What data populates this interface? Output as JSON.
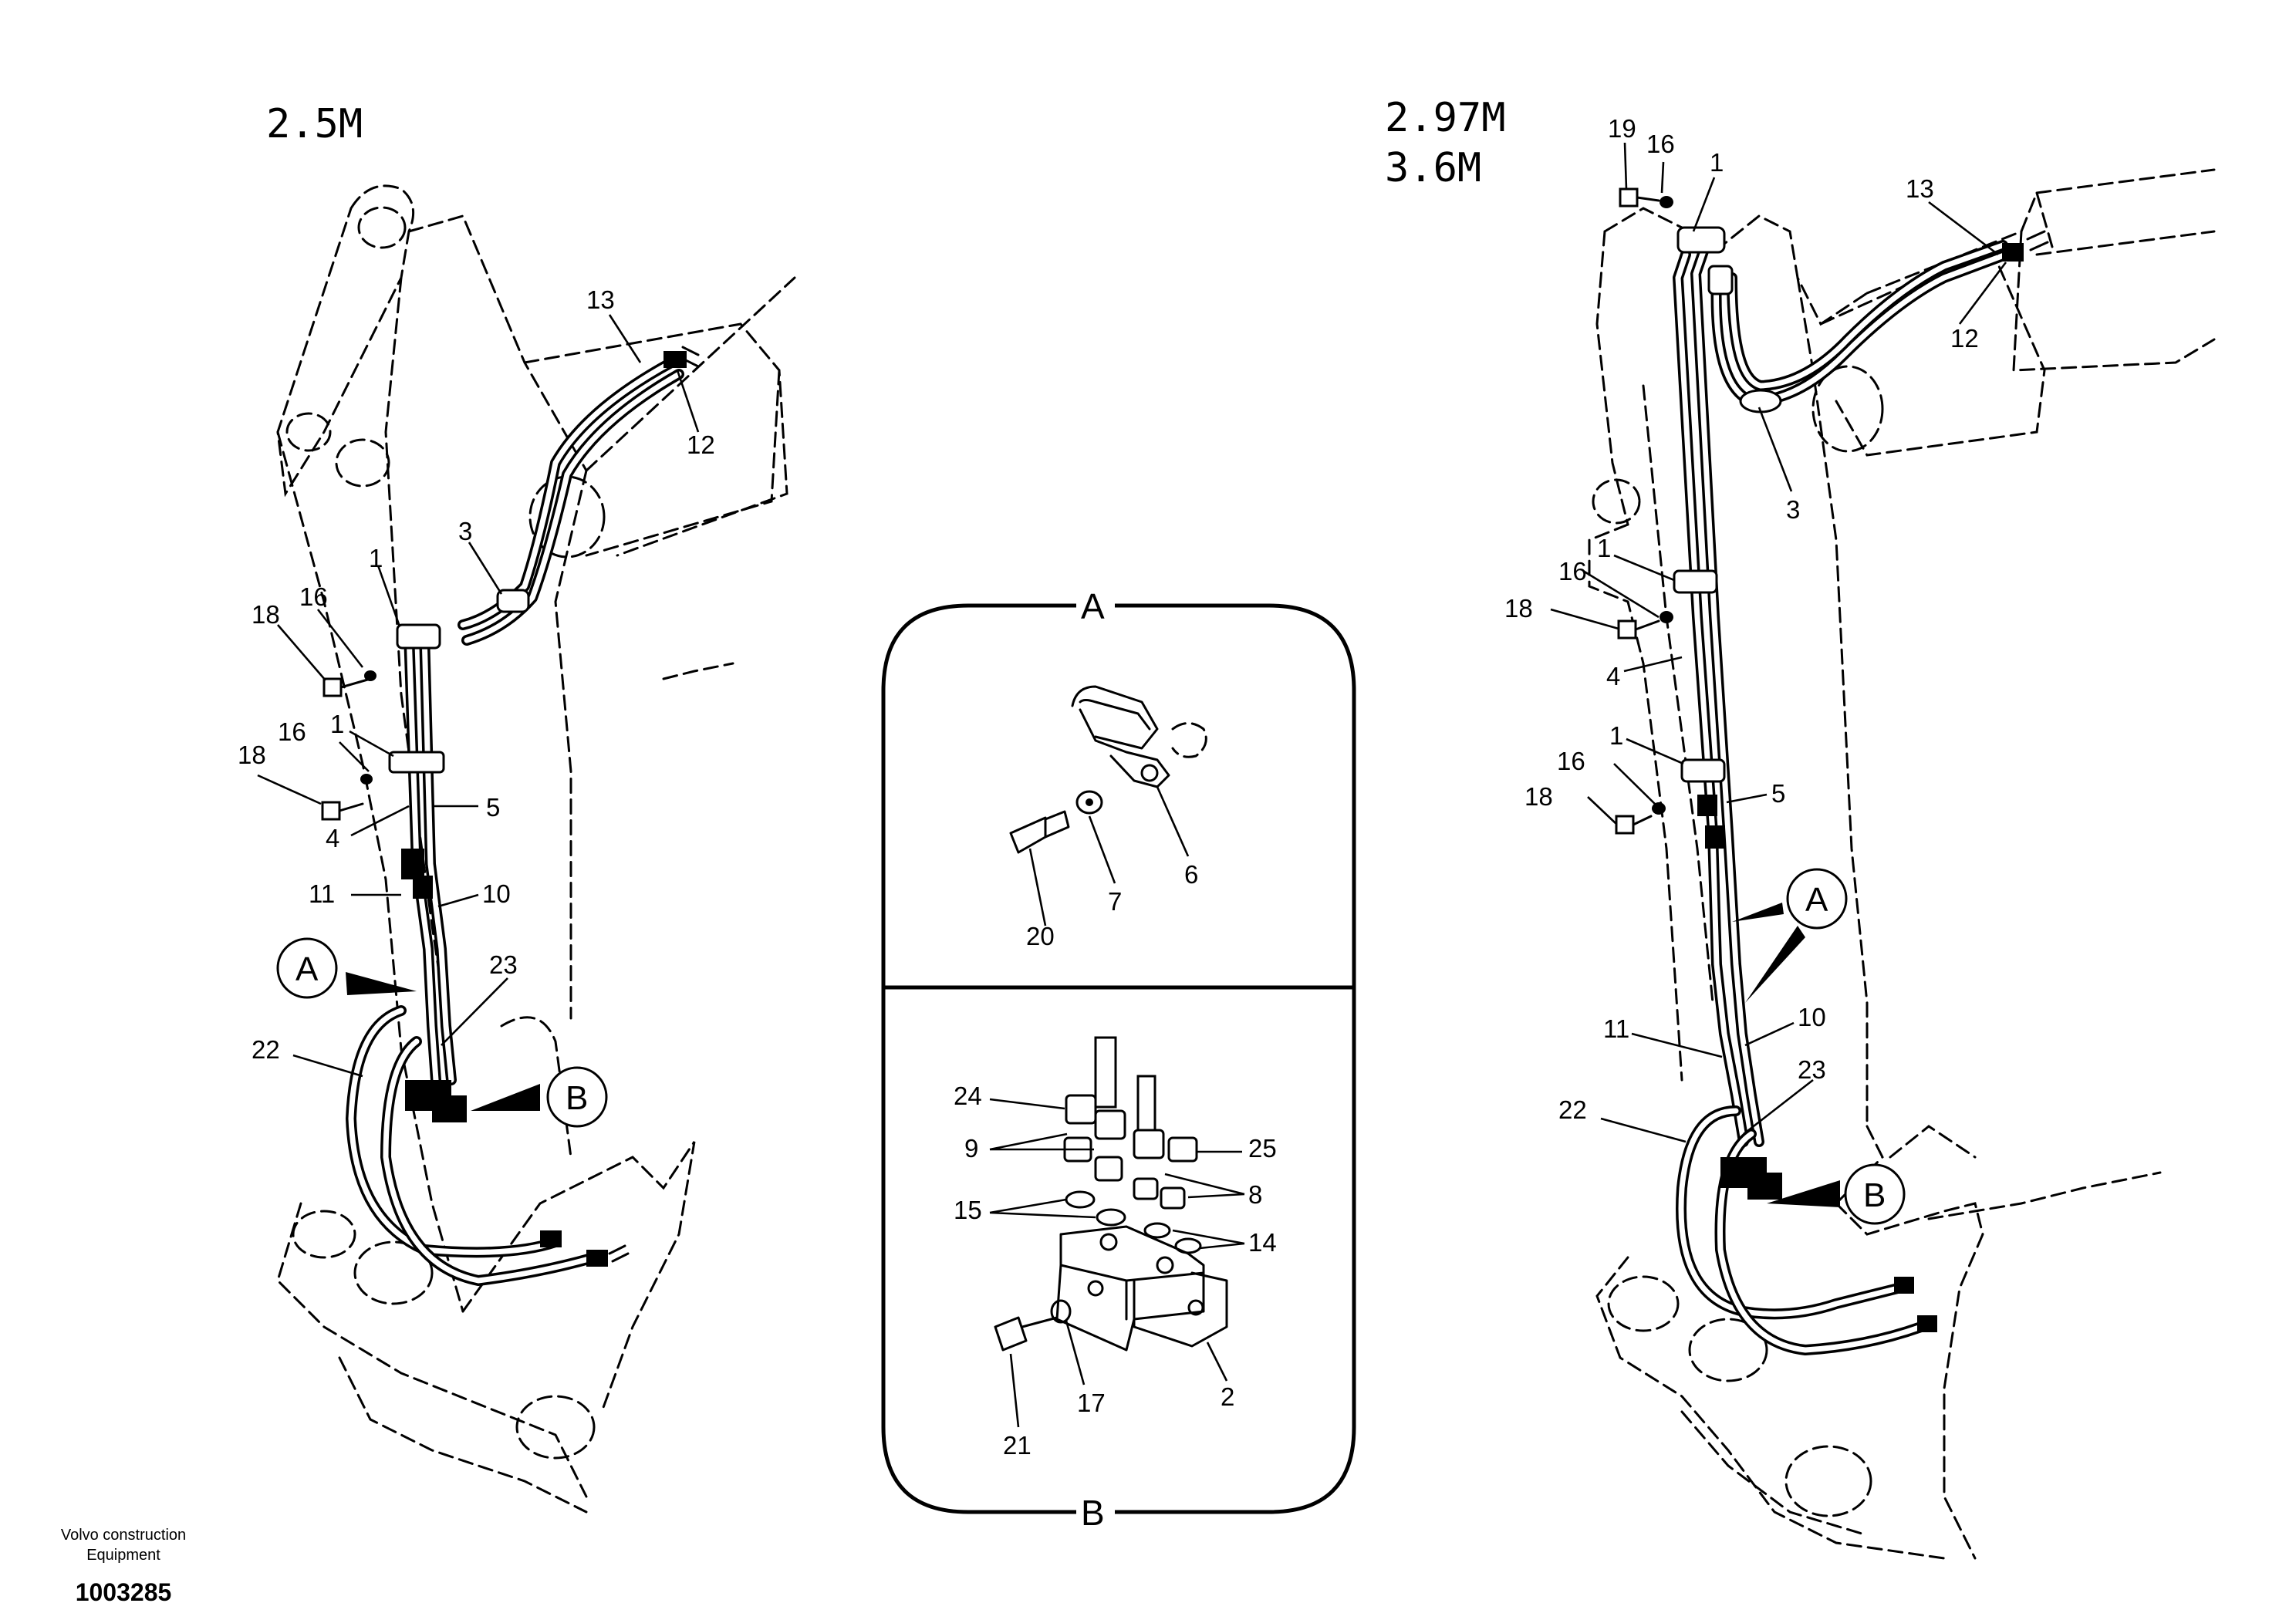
{
  "left_view": {
    "title": "2.5M",
    "callouts": [
      "1",
      "16",
      "18",
      "16",
      "1",
      "18",
      "4",
      "5",
      "11",
      "10",
      "23",
      "22",
      "3",
      "13",
      "12"
    ],
    "bubbles": [
      "A",
      "B"
    ]
  },
  "right_view": {
    "title_line1": "2.97M",
    "title_line2": "3.6M",
    "callouts": [
      "19",
      "16",
      "1",
      "13",
      "12",
      "3",
      "1",
      "16",
      "18",
      "4",
      "1",
      "16",
      "18",
      "5",
      "11",
      "10",
      "23",
      "22"
    ],
    "bubbles": [
      "A",
      "B"
    ]
  },
  "detail_panel": {
    "label_top": "A",
    "label_bottom": "B",
    "detail_a_callouts": [
      "6",
      "7",
      "20"
    ],
    "detail_b_callouts": [
      "24",
      "9",
      "25",
      "8",
      "15",
      "14",
      "2",
      "17",
      "21"
    ]
  },
  "footer": {
    "company_line1": "Volvo construction",
    "company_line2": "Equipment",
    "figure_id": "1003285"
  }
}
